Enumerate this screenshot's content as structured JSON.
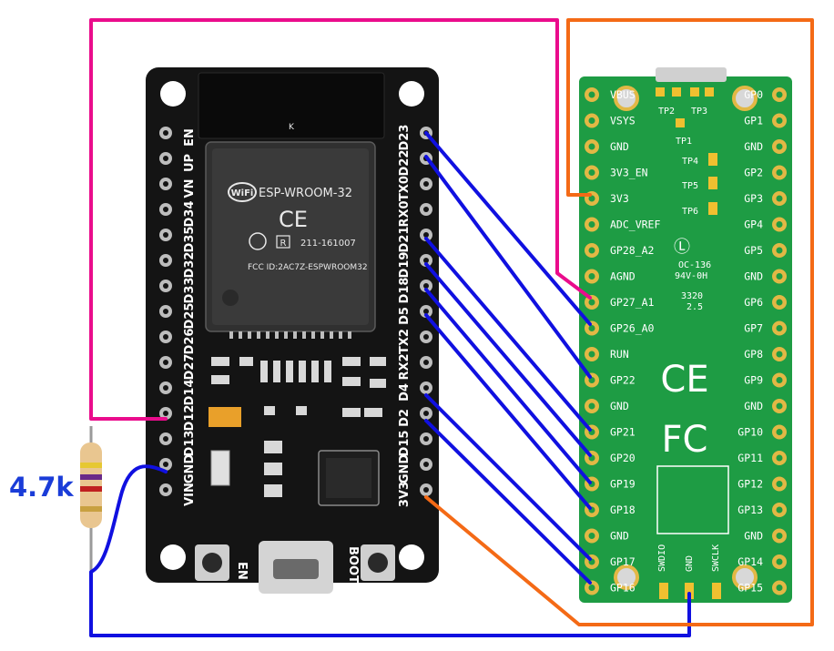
{
  "colors": {
    "magenta_wire": "#ea0c8c",
    "orange_wire": "#f46a16",
    "blue_wire": "#1010e0",
    "esp_board": "#141414",
    "pico_board": "#1e9c44",
    "resistor_label": "#1a3cd8",
    "pad_gold": "#e2b845"
  },
  "esp32": {
    "module_name": "ESP-WROOM-32",
    "wifi_logo": "WiFi",
    "cert_number": "211-161007",
    "fcc_id": "FCC ID:2AC7Z-ESPWROOM32",
    "antenna_mark": "K",
    "ce_mark": "CE",
    "r_mark": "R",
    "btn_en_label": "EN",
    "btn_boot_label": "BOOT",
    "left_pins": [
      "EN",
      "UP",
      "VN",
      "D34",
      "D35",
      "D32",
      "D33",
      "D25",
      "D26",
      "D27",
      "D14",
      "D12",
      "D13",
      "GND",
      "VIN"
    ],
    "right_pins": [
      "D23",
      "D22",
      "TX0",
      "RX0",
      "D21",
      "D19",
      "D18",
      "D5",
      "TX2",
      "RX2",
      "D4",
      "D2",
      "D15",
      "GND",
      "3V3"
    ]
  },
  "pico": {
    "left_pins": [
      "VBUS",
      "VSYS",
      "GND",
      "3V3_EN",
      "3V3",
      "ADC_VREF",
      "GP28_A2",
      "AGND",
      "GP27_A1",
      "GP26_A0",
      "RUN",
      "GP22",
      "GND",
      "GP21",
      "GP20",
      "GP19",
      "GP18",
      "GND",
      "GP17",
      "GP16"
    ],
    "right_pins": [
      "GP0",
      "GP1",
      "GND",
      "GP2",
      "GP3",
      "GP4",
      "GP5",
      "GND",
      "GP6",
      "GP7",
      "GP8",
      "GP9",
      "GND",
      "GP10",
      "GP11",
      "GP12",
      "GP13",
      "GND",
      "GP14",
      "GP15"
    ],
    "test_points": [
      "TP2",
      "TP3",
      "TP1",
      "TP4",
      "TP5",
      "TP6"
    ],
    "silk": [
      "OC-136",
      "94V-0H",
      "3320",
      "2.5"
    ],
    "debug_labels": [
      "SWDIO",
      "GND",
      "SWCLK"
    ],
    "ce_mark": "CE",
    "fc_mark": "FC"
  },
  "resistor": {
    "label": "4.7k"
  }
}
